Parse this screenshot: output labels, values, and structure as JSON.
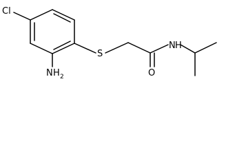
{
  "molecule": {
    "atoms": {
      "chlorine": "Cl",
      "sulfur": "S",
      "oxygen": "O",
      "amide_nitrogen": "N",
      "amide_hydrogen": "H",
      "amine_nitrogen": "N",
      "amine_hydrogen": "H",
      "amine_hydrogen_count": "2"
    }
  },
  "colors": {
    "bond": "#000000",
    "label": "#000000",
    "background": "#ffffff"
  }
}
